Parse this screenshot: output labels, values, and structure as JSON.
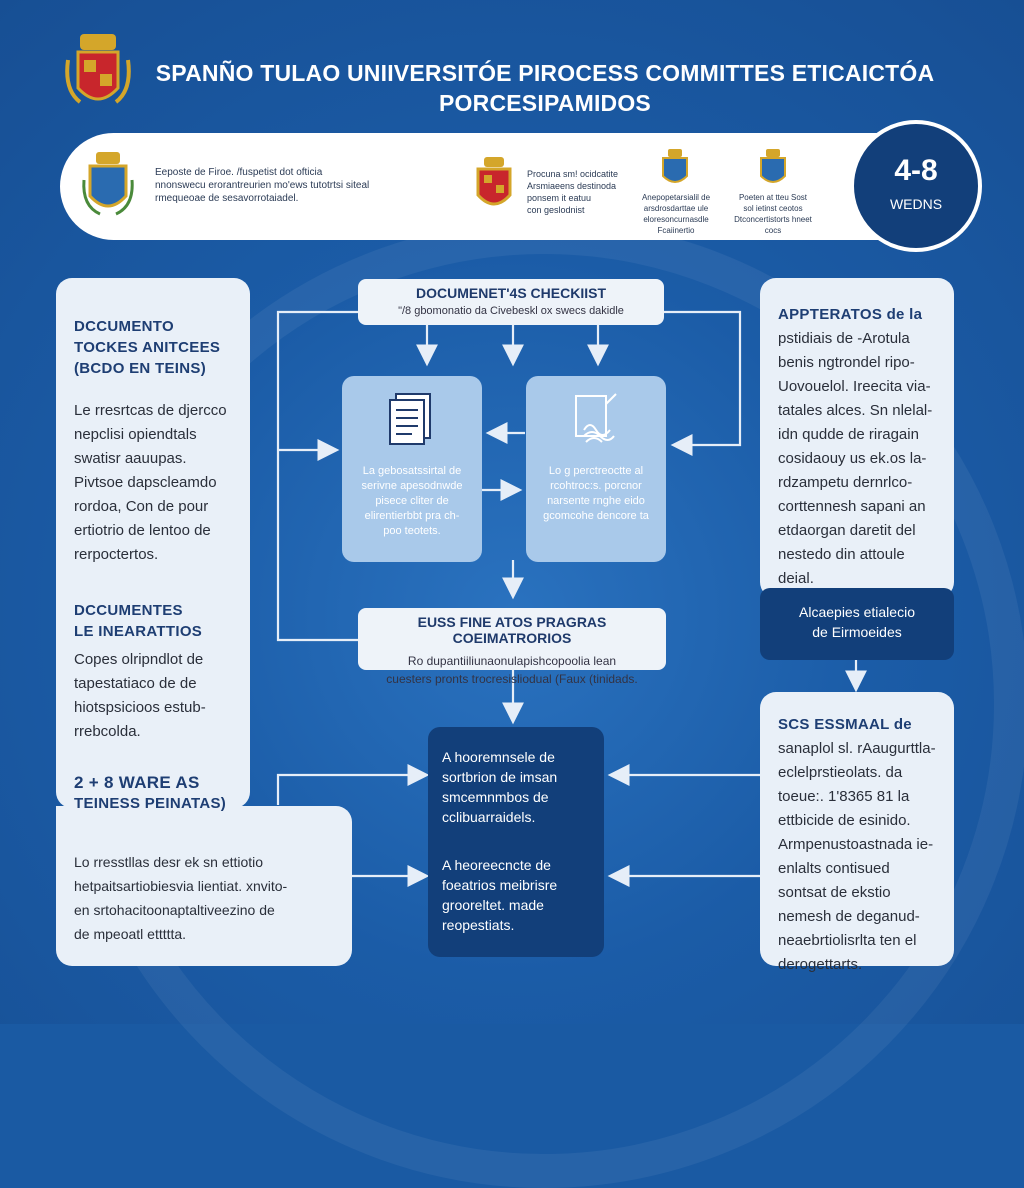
{
  "title": {
    "line1": "SPANÑO TULAO UNIIVERSITÓE PIROCESS COMMITTES ETICAICTÓA",
    "line2": "PORCESIPAMIDOS"
  },
  "header": {
    "item1_line1": "Eeposte de Firoe. /fuspetist dot ofticia",
    "item1_line2": "nnonswecu erorantreurien mo'ews tutotrtsi siteal",
    "item1_line3": "rmequeoae de sesavorrotaiadel.",
    "item2_line1": "Procuna sm! ocidcatite",
    "item2_line2": "Arsmiaeens destinoda",
    "item2_line3": "ponsem it eatuu",
    "item2_line4": "con geslodnist",
    "item3_text": "Anepopetarsialil de arsdrosdarttae ule eloresoncurnasdle Fcaiinertio",
    "item4_text": "Poeten at tteu Sost sol ietinst ceotos Dtconcertistorts hneet cocs",
    "badge_number": "4-8",
    "badge_label": "WEDNS"
  },
  "left_panel": {
    "sec1_h1": "DCCUMENTO",
    "sec1_h2": "TOCKES ANITCEES",
    "sec1_h3": "(BCDO EN TEINS)",
    "sec1_t1": "Le rresrtcas de djercco",
    "sec1_t2": "nepclisi opiendtals",
    "sec1_t3": "swatisr aauupas.",
    "sec1_t4": "Pivtsoe dapscleamdo",
    "sec1_t5": "rordoa, Con de pour",
    "sec1_t6": "ertiotrio de lentoo de",
    "sec1_t7": "rerpoctertos.",
    "sec2_h1": "DCCUMENTES",
    "sec2_h2": "LE INEARATTIOS",
    "sec2_t1": "Copes olripndlot de",
    "sec2_t2": "tapestatiaco de de",
    "sec2_t3": "hiotspsicioos estub-",
    "sec2_t4": "rrebcolda.",
    "sec3_h1": "2 + 8 WARE AS",
    "sec3_h2": "TEINESS PEINATAS)",
    "sec3_t1": "Lo rresstllas desr ek sn ettiotio",
    "sec3_t2": "hetpaitsartiobiesvia lientiat. xnvito-",
    "sec3_t3": "en srtohacitoonaptaltiveezino de",
    "sec3_t4": "de mpeoatl ettttta."
  },
  "checklist": {
    "heading": "DOCUMENET'4S CHECKIIST",
    "subtitle": "\"/8 gbomonatio da Civebeskl ox swecs dakidle"
  },
  "cards": {
    "card1_l1": "La gebosatssirtal de",
    "card1_l2": "serivne apesodnwde",
    "card1_l3": "pisece cliter de",
    "card1_l4": "elirentierbbt pra ch-",
    "card1_l5": "poo teotets.",
    "card2_l1": "Lo g perctreoctte al",
    "card2_l2": "rcohtroc:s. porcnor",
    "card2_l3": "narsente rnghe eido",
    "card2_l4": "gcomcohe dencore ta"
  },
  "review_box": {
    "heading": "EUSS FINE ATOS PRAGRAS COEIMATRORIOS",
    "line1": "Ro dupantiiliunaonulapishcopoolia lean",
    "line2": "cuesters pronts trocresisliodual (Faux (tinidads."
  },
  "right_panel": {
    "h1": "APPTERATOS de la",
    "t1": "pstidiais de -Arotula",
    "t2": "benis ngtrondel ripo-",
    "t3": "Uovouelol. Ireecita via-",
    "t4": "tatales alces. Sn nlelal-",
    "t5": "idn qudde de riragain",
    "t6": "cosidaouy us ek.os la-",
    "t7": "rdzampetu dernrlco-",
    "t8": "corttennesh sapani an",
    "t9": "etdaorgan daretit del",
    "t10": "nestedo din attoule",
    "t11": "deial.",
    "dark_l1": "Alcaepies etialecio",
    "dark_l2": "de Eirmoeides",
    "h2": "SCS ESSMAAL de",
    "u1": "sanaplol sl. rAaugurttla-",
    "u2": "eclelprstieolats. da",
    "u3": "toeue:. 1'8365 81 la",
    "u4": "ettbicide de esinido.",
    "u5": "Armpenustoastnada ie-",
    "u6": "enlalts contisued",
    "u7": "sontsat de ekstio",
    "u8": "nemesh de deganud-",
    "u9": "neaebrtiolisrlta ten el",
    "u10": "derogettarts."
  },
  "center_dark": {
    "p1_l1": "A hooremnsele de",
    "p1_l2": "sortbrion de imsan",
    "p1_l3": "smcemnmbos de",
    "p1_l4": "cclibuarraidels.",
    "p2_l1": "A heoreecncte de",
    "p2_l2": "foeatrios meibrisre",
    "p2_l3": "grooreltet. made",
    "p2_l4": "reopestiats."
  },
  "colors": {
    "background": "#1b5ca7",
    "dark_box": "#123f7a",
    "panel": "#e9f0f8",
    "card": "#a9c9ea",
    "connector": "#e6eef8"
  }
}
